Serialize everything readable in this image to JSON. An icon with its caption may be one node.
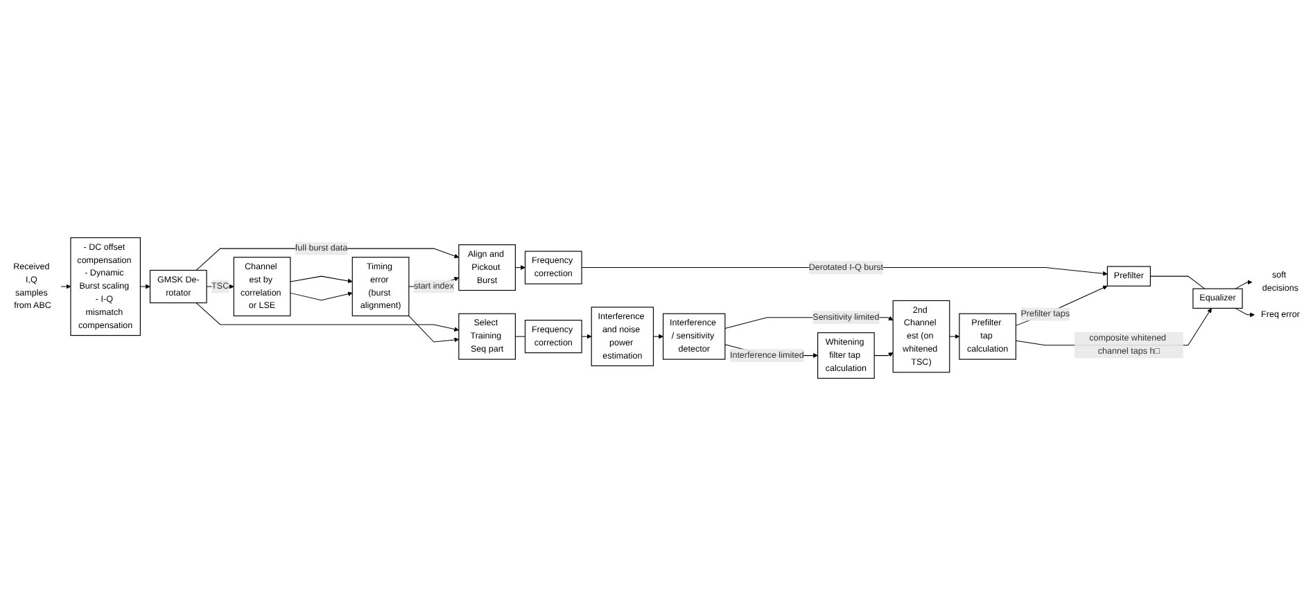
{
  "diagram": {
    "nodes": [
      {
        "text": [
          "Received I,Q samples from ABC"
        ]
      },
      {
        "text": [
          "- DC offset compensation - Dynamic Burst scaling - I-Q mismatch compensation"
        ]
      },
      {
        "text": [
          "GMSK De-rotator"
        ]
      },
      {
        "text": [
          "Align and Pickout Burst"
        ]
      },
      {
        "text": [
          "Frequency correction"
        ]
      },
      {
        "text": [
          "Prefilter"
        ]
      },
      {
        "text": [
          "Equalizer"
        ]
      },
      {
        "text": [
          "soft decisions"
        ]
      },
      {
        "text": [
          "Freq error"
        ]
      },
      {
        "text": [
          "Channel est by correlation or LSE"
        ]
      },
      {
        "text": [
          "Timing error (burst alignment)"
        ]
      },
      {
        "text": [
          "Select Training Seq part"
        ]
      },
      {
        "text": [
          "Frequency correction"
        ]
      },
      {
        "text": [
          "Interference and noise power estimation"
        ]
      },
      {
        "text": [
          "Interference / sensitivity detector"
        ]
      },
      {
        "text": [
          "2nd Channel est (on whitened TSC)"
        ]
      },
      {
        "text": [
          "Whitening filter tap calculation"
        ]
      },
      {
        "text": [
          "Prefilter tap calculation"
        ]
      }
    ],
    "edges": [
      {
        "from": 0,
        "to": 1,
        "arrow": "to"
      },
      {
        "from": 1,
        "to": 2,
        "arrow": "to"
      },
      {
        "from": 2,
        "to": 3,
        "label": "full burst data",
        "arrow": "to"
      },
      {
        "from": 3,
        "to": 4,
        "arrow": "to"
      },
      {
        "from": 4,
        "to": 5,
        "label": "Derotated I-Q burst",
        "arrow": "to"
      },
      {
        "from": 5,
        "to": 6,
        "arrow": "none"
      },
      {
        "from": 6,
        "to": 7,
        "arrow": "to"
      },
      {
        "from": 6,
        "to": 8,
        "arrow": "to"
      },
      {
        "from": 2,
        "to": 9,
        "label": "TSC",
        "arrow": "to"
      },
      {
        "from": 2,
        "to": 11,
        "arrow": "to"
      },
      {
        "from": 9,
        "to": 10,
        "arrow": "to"
      },
      {
        "from": 9,
        "to": 10,
        "arrow": "to"
      },
      {
        "from": 10,
        "to": 11,
        "arrow": "to"
      },
      {
        "from": 10,
        "to": 3,
        "label": "start index",
        "arrow": "to"
      },
      {
        "from": 11,
        "to": 12,
        "arrow": "none"
      },
      {
        "from": 12,
        "to": 13,
        "arrow": "to"
      },
      {
        "from": 13,
        "to": 14,
        "arrow": "to"
      },
      {
        "from": 14,
        "to": 15,
        "label": "Sensitivity limited",
        "arrow": "to"
      },
      {
        "from": 14,
        "to": 16,
        "label": "Interference limited",
        "arrow": "to"
      },
      {
        "from": 16,
        "to": 15,
        "arrow": "to"
      },
      {
        "from": 15,
        "to": 17,
        "arrow": "to"
      },
      {
        "from": 17,
        "to": 5,
        "label": "Prefilter taps",
        "arrow": "to"
      },
      {
        "from": 17,
        "to": 6,
        "label": "composite whitened channel taps h□",
        "arrow": "to"
      }
    ]
  }
}
